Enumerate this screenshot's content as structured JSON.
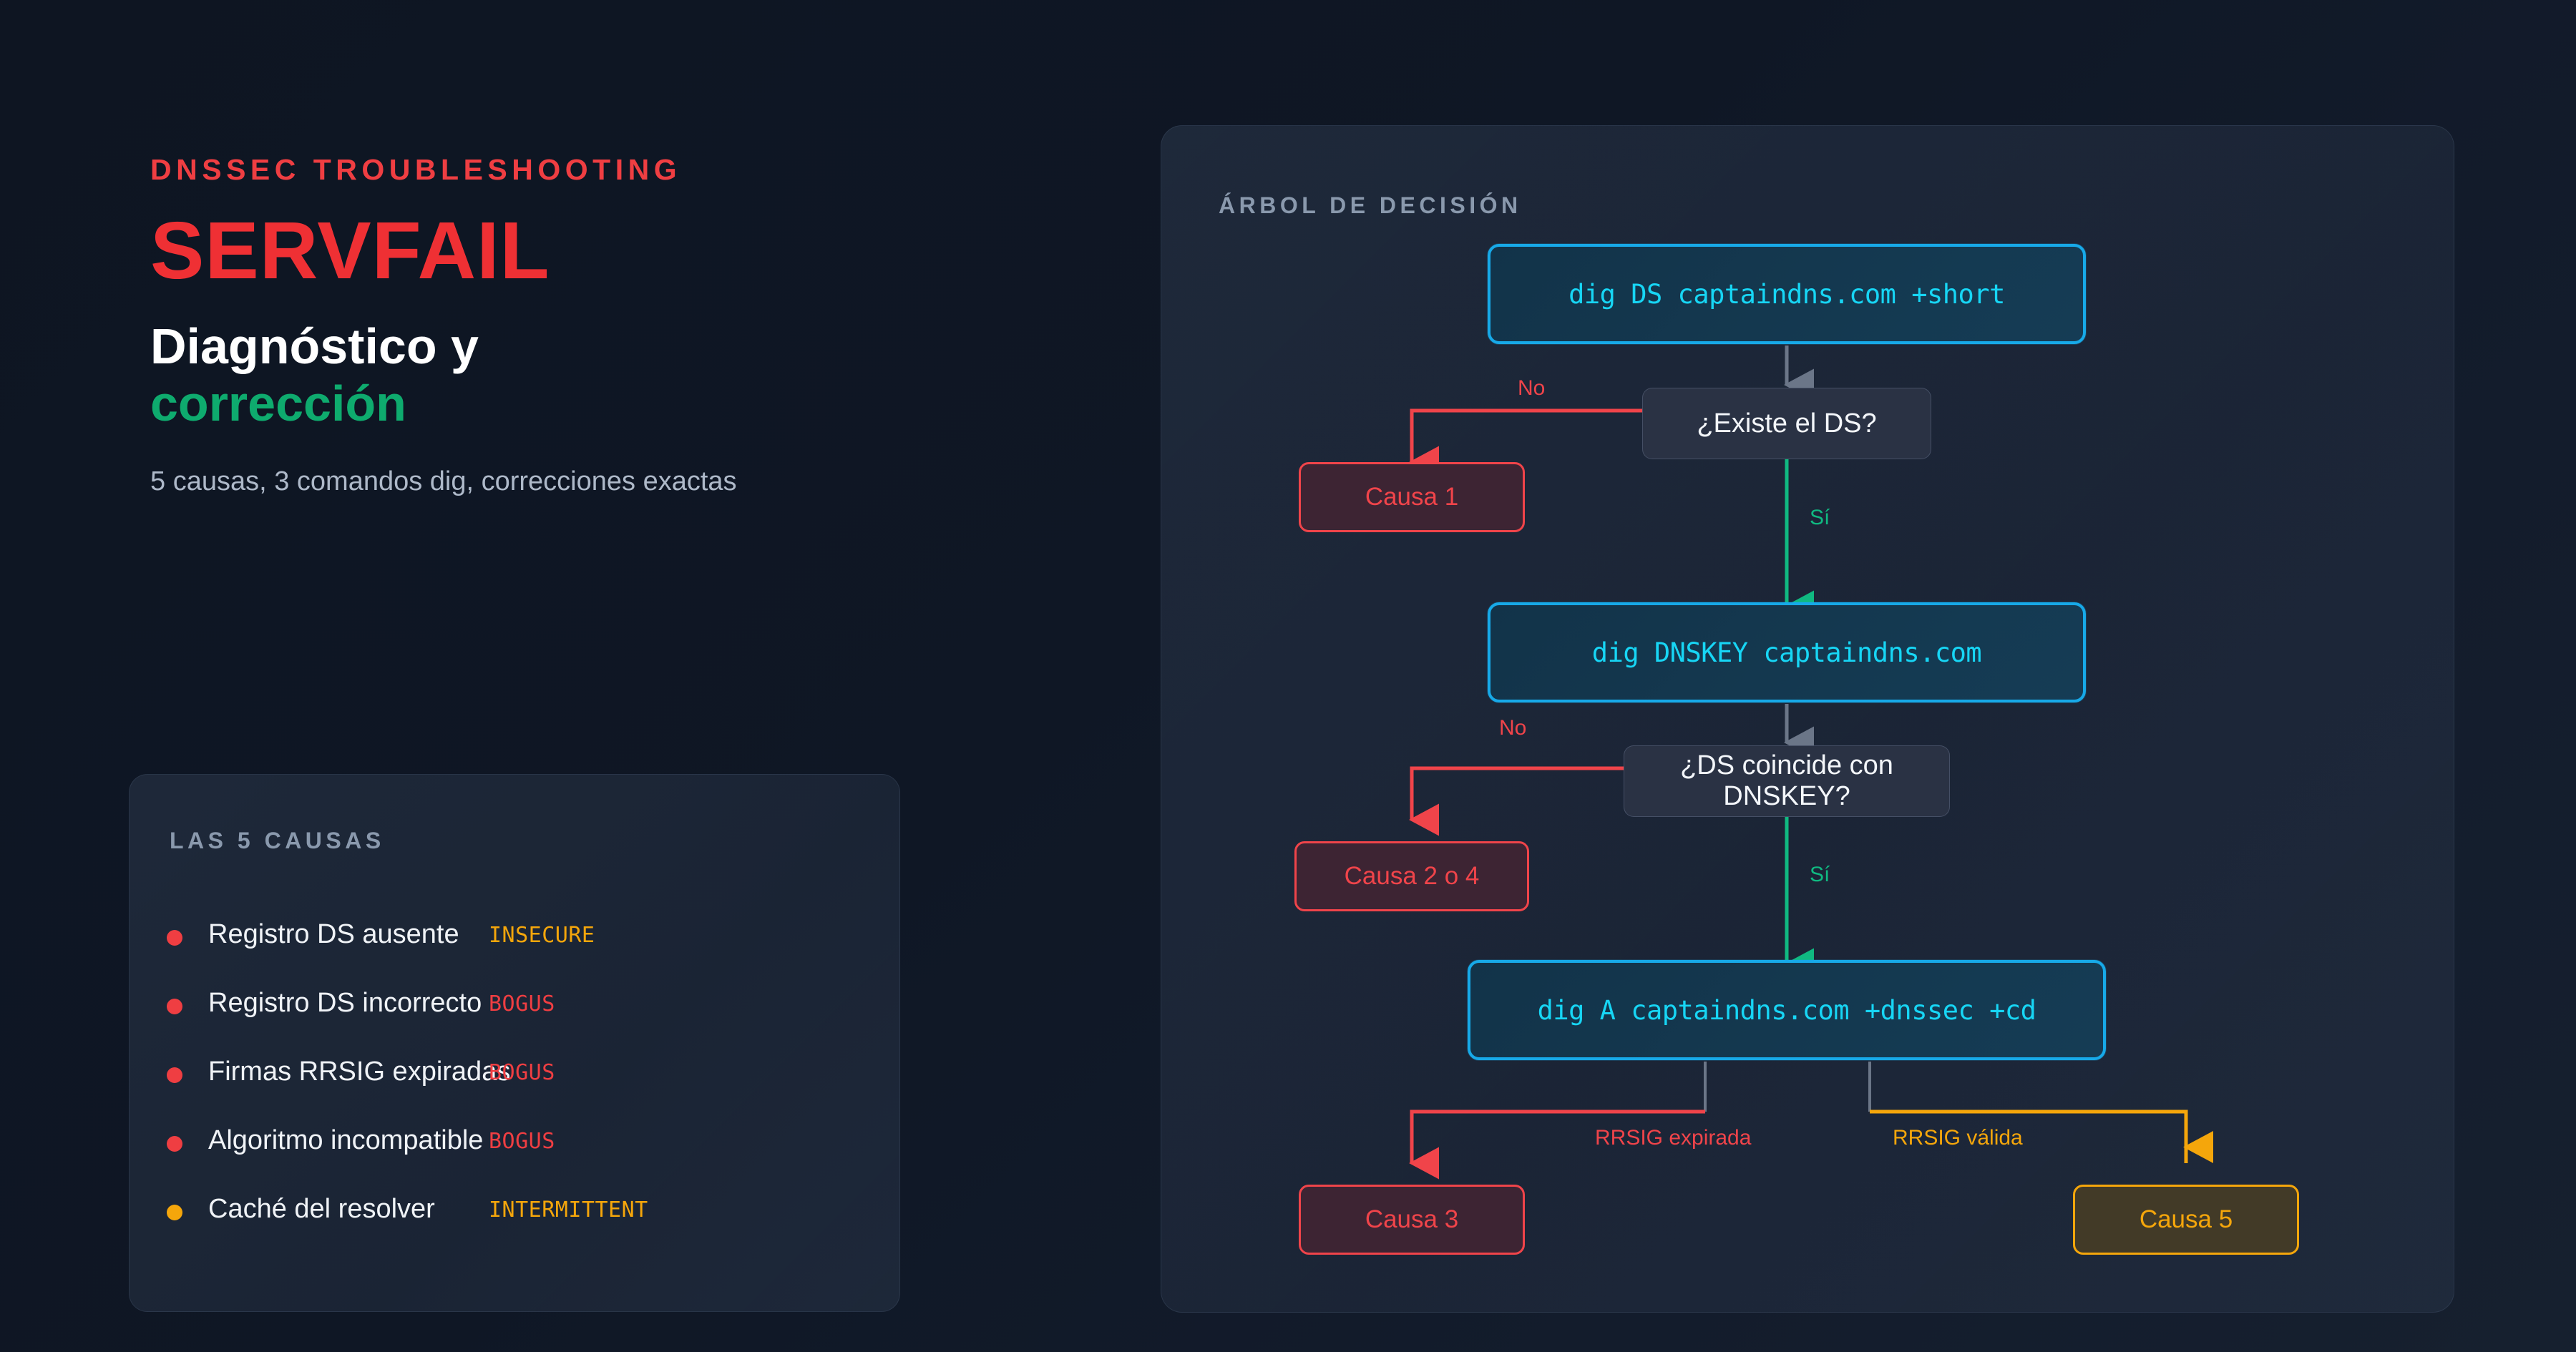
{
  "hero": {
    "eyebrow": "DNSSEC TROUBLESHOOTING",
    "title": "SERVFAIL",
    "subtitle_line1": "Diagnóstico y",
    "subtitle_line2": "corrección",
    "tagline": "5 causas, 3 comandos dig, correcciones exactas"
  },
  "causes_card": {
    "heading": "LAS 5 CAUSAS",
    "items": [
      {
        "label": "Registro DS ausente",
        "tag": "INSECURE",
        "dot_color": "#ef3e42",
        "tag_color": "#f5a60b"
      },
      {
        "label": "Registro DS incorrecto",
        "tag": "BOGUS",
        "dot_color": "#ef3e42",
        "tag_color": "#ef3e42"
      },
      {
        "label": "Firmas RRSIG expiradas",
        "tag": "BOGUS",
        "dot_color": "#ef3e42",
        "tag_color": "#ef3e42"
      },
      {
        "label": "Algoritmo incompatible",
        "tag": "BOGUS",
        "dot_color": "#ef3e42",
        "tag_color": "#ef3e42"
      },
      {
        "label": "Caché del resolver",
        "tag": "INTERMITTENT",
        "dot_color": "#f5a60b",
        "tag_color": "#f5a60b"
      }
    ]
  },
  "tree": {
    "heading": "ÁRBOL DE DECISIÓN",
    "nodes": {
      "cmd1": "dig DS captaindns.com +short",
      "q1": "¿Existe el DS?",
      "cause1": "Causa 1",
      "cmd2": "dig DNSKEY captaindns.com",
      "q2": "¿DS coincide con DNSKEY?",
      "cause24": "Causa 2 o 4",
      "cmd3": "dig A captaindns.com +dnssec +cd",
      "cause3": "Causa 3",
      "cause5": "Causa 5"
    },
    "edges": {
      "no1": "No",
      "si1": "Sí",
      "no2": "No",
      "si2": "Sí",
      "rrsig_expirada": "RRSIG expirada",
      "rrsig_valida": "RRSIG válida"
    }
  },
  "colors": {
    "background": "#0f1623",
    "accent_red": "#ef3e42",
    "accent_green": "#0eab6e",
    "accent_cyan": "#17d6f5",
    "accent_amber": "#f5a60b",
    "arrow_green": "#10b981",
    "arrow_grey": "#6b7688"
  }
}
